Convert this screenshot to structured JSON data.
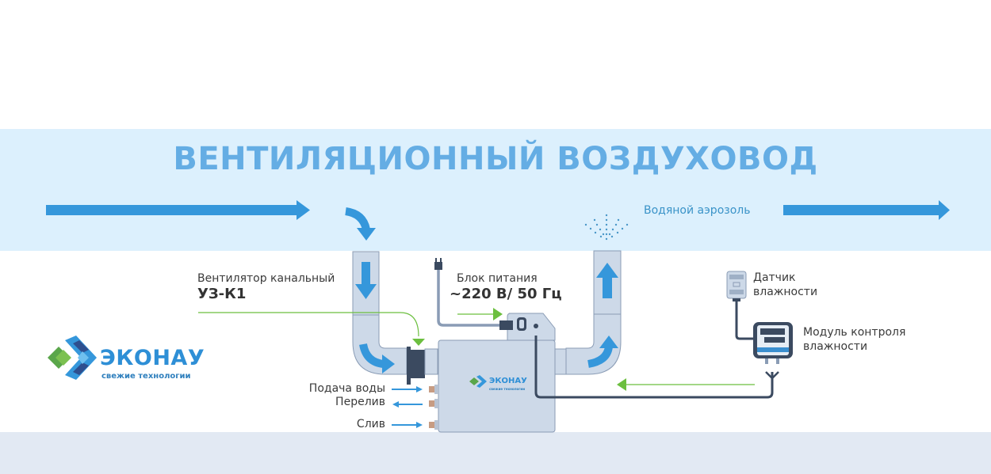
{
  "title": "ВЕНТИЛЯЦИОННЫЙ ВОЗДУХОВОД",
  "labels": {
    "aerosol": "Водяной аэрозоль",
    "fan_title": "Вентилятор канальный",
    "fan_model": "УЗ-К1",
    "power_title": "Блок питания",
    "power_spec": "~220 В/ 50 Гц",
    "sensor_line1": "Датчик",
    "sensor_line2": "влажности",
    "module_line1": "Модуль контроля",
    "module_line2": "влажности",
    "water_supply": "Подача воды",
    "overflow": "Перелив",
    "drain": "Слив"
  },
  "logo": {
    "name": "ЭКОНАУ",
    "tagline": "свежие технологии"
  },
  "unit_logo": {
    "name": "ЭКОНАУ",
    "tagline": "свежие технологии"
  },
  "colors": {
    "band": "#dcf0fd",
    "title": "#64ade4",
    "arrow_blue": "#3597db",
    "duct": "#cdd9e8",
    "duct_border": "#8a9cb5",
    "cable": "#3b4a60",
    "green": "#6cbf3f",
    "footer": "#e2e9f3"
  }
}
